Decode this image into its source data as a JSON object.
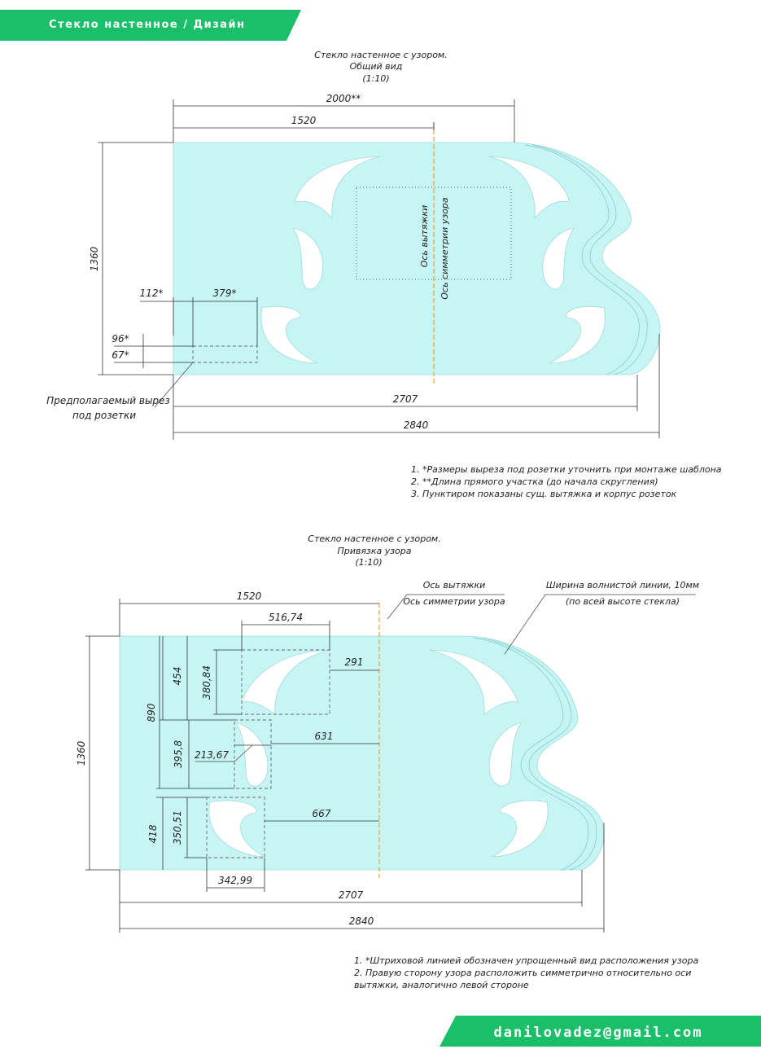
{
  "header": {
    "title": "Стекло настенное / Дизайн",
    "accent_color": "#1bbf6a"
  },
  "footer": {
    "email": "danilovadez@gmail.com",
    "accent_color": "#1bbf6a"
  },
  "view1": {
    "title": [
      "Стекло настенное с узором.",
      "Общий вид",
      "(1:10)"
    ],
    "dims": {
      "total_straight": "2000**",
      "axis_offset": "1520",
      "height": "1360",
      "cutout_offset": "112*",
      "cutout_width": "379*",
      "cutout_top": "96*",
      "cutout_height": "67*",
      "bottom_straight": "2707",
      "total_width": "2840"
    },
    "axis_label_1": "Ось вытяжки",
    "axis_label_2": "Ось симметрии узора",
    "cutout_label": [
      "Предполагаемый вырез",
      "под розетки"
    ],
    "notes": [
      "1. *Размеры выреза под розетки уточнить при монтаже шаблона",
      "2. **Длина прямого участка (до начала скругления)",
      "3. Пунктиром показаны сущ. вытяжка и корпус розеток"
    ]
  },
  "view2": {
    "title": [
      "Стекло настенное с узором.",
      "Привязка узора",
      "(1:10)"
    ],
    "axis_label_1": "Ось вытяжки",
    "axis_label_2": "Ось симметрии узора",
    "wave_label": [
      "Ширина волнистой линии, 10мм",
      "(по всей высоте стекла)"
    ],
    "dims": {
      "axis_offset": "1520",
      "p1_width": "516,74",
      "p1_to_axis": "291",
      "p1_top": "454",
      "p1_height": "380,84",
      "p12_top": "890",
      "p2_height": "395,8",
      "p2_width": "213,67",
      "p2_to_axis": "631",
      "p3_top": "418",
      "p3_height": "350,51",
      "p3_to_axis": "667",
      "p3_width": "342,99",
      "height": "1360",
      "bottom_straight": "2707",
      "total_width": "2840"
    },
    "notes": [
      "1. *Штриховой линией обозначен упрощенный вид расположения узора",
      "2. Правую сторону узора расположить симметрично относительно оси",
      "вытяжки, аналогично левой стороне"
    ]
  }
}
